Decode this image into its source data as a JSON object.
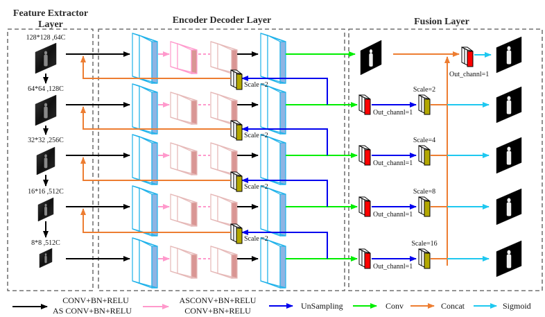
{
  "sections": {
    "feature_extractor": {
      "title_line1": "Feature Extractor",
      "title_line2": "Layer"
    },
    "encoder_decoder": {
      "title": "Encoder Decoder Layer"
    },
    "fusion": {
      "title": "Fusion Layer"
    }
  },
  "feature_maps": [
    {
      "label": "128*128 ,64C"
    },
    {
      "label": "64*64 ,128C"
    },
    {
      "label": "32*32 ,256C"
    },
    {
      "label": "16*16 ,512C"
    },
    {
      "label": "8*8 ,512C"
    }
  ],
  "upsample_labels": [
    "Scale =2",
    "Scale =2",
    "Scale =2",
    "Scale =2"
  ],
  "fusion_rows": [
    {
      "scale": "",
      "out": "Out_channl=1"
    },
    {
      "scale": "Scale=2",
      "out": "Out_channl=1"
    },
    {
      "scale": "Scale=4",
      "out": "Out_channl=1"
    },
    {
      "scale": "Scale=8",
      "out": "Out_channl=1"
    },
    {
      "scale": "Scale=16",
      "out": "Out_channl=1"
    }
  ],
  "final_out": "Out_channl=1",
  "legend": {
    "conv_line1": "CONV+BN+RELU",
    "conv_line2": "AS  CONV+BN+RELU",
    "asconv_line1": "ASCONV+BN+RELU",
    "asconv_line2": "CONV+BN+RELU",
    "upsampling": "UnSampling",
    "conv": "Conv",
    "concat": "Concat",
    "sigmoid": "Sigmoid"
  },
  "colors": {
    "black_arrow": "#000000",
    "pink_arrow": "#ff99cc",
    "blue_arrow": "#0000ee",
    "green_arrow": "#00ee00",
    "orange_arrow": "#ed7d31",
    "cyan_arrow": "#1ec8f0",
    "encoder_block": "#1fb2ea",
    "encoder_fill": "#8eb4e3",
    "mid_block": "#e6b9b8",
    "mid_fill": "#d99694",
    "pink_block": "#ff99cc",
    "red_fill": "#ff0000",
    "olive_fill": "#b3a800"
  }
}
